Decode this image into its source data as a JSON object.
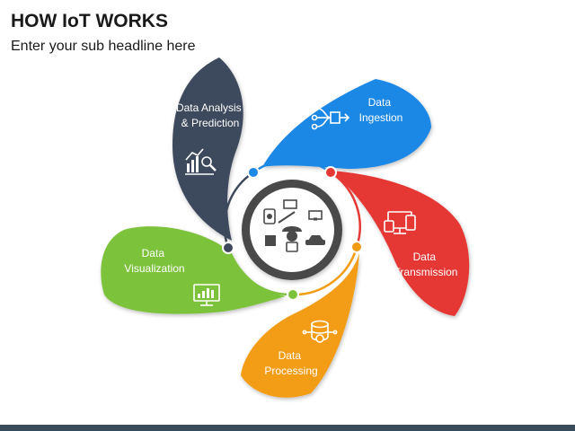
{
  "header": {
    "title": "HOW IoT WORKS",
    "subtitle": "Enter your sub headline here"
  },
  "colors": {
    "bottom_bar": "#3a4b5c",
    "hub_ring": "#4a4a4a",
    "hub_inner": "#ffffff"
  },
  "petals": [
    {
      "id": "data-analysis",
      "lines": [
        "Data Analysis",
        "& Prediction"
      ],
      "color": "#3e4a5c",
      "icon": "chart-magnifier-icon"
    },
    {
      "id": "data-ingestion",
      "lines": [
        "Data",
        "Ingestion"
      ],
      "color": "#1e88e5",
      "icon": "network-flow-icon"
    },
    {
      "id": "data-transmission",
      "lines": [
        "Data",
        "Transmission"
      ],
      "color": "#e53935",
      "icon": "monitor-devices-icon"
    },
    {
      "id": "data-processing",
      "lines": [
        "Data",
        "Processing"
      ],
      "color": "#f39c12",
      "icon": "database-gear-icon"
    },
    {
      "id": "data-visualization",
      "lines": [
        "Data",
        "Visualization"
      ],
      "color": "#7cc23a",
      "icon": "monitor-chart-icon"
    }
  ]
}
